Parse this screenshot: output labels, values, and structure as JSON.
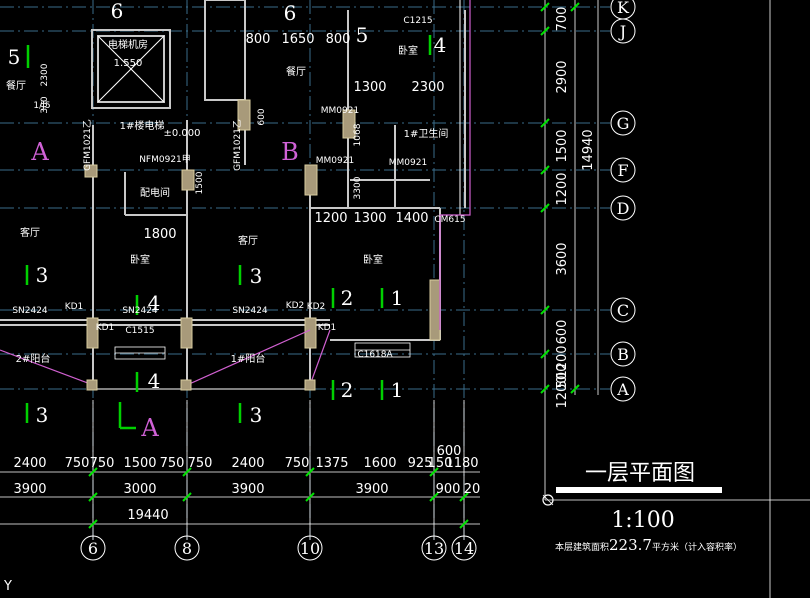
{
  "drawing": {
    "title": "一层平面图",
    "scale": "1:100",
    "area_note_prefix": "本层建筑面积",
    "area_value": "223.7",
    "area_note_suffix": "平方米（计入容积率）"
  },
  "axis_bubbles_bottom": [
    "6",
    "8",
    "10",
    "13",
    "14"
  ],
  "axis_bubbles_right": [
    "K",
    "J",
    "G",
    "F",
    "D",
    "C",
    "B",
    "A"
  ],
  "dims_bottom_row1": [
    "2400",
    "750",
    "750",
    "1500",
    "750",
    "750",
    "2400",
    "750",
    "1375",
    "1600",
    "925",
    "150",
    "1180"
  ],
  "dims_bottom_row2": [
    "3900",
    "3000",
    "3900",
    "3900",
    "900",
    "20"
  ],
  "dims_bottom_total": "19440",
  "dims_bottom_top": "600",
  "dims_right": [
    "700",
    "2900",
    "1500",
    "1200",
    "3600",
    "600",
    "1200",
    "500",
    "1200"
  ],
  "dims_right_total": "14940",
  "dims_interior_top": [
    "800",
    "1650",
    "800"
  ],
  "dims_interior_bath": [
    "1300",
    "2300"
  ],
  "dims_interior_row": [
    "1200",
    "1300",
    "1400"
  ],
  "dims_misc": [
    "1800",
    "300",
    "2300",
    "1500",
    "600",
    "1068",
    "3300"
  ],
  "room_labels": {
    "elevator_room": "电梯机房",
    "elevator_level": "1.550",
    "stair": "1#楼电梯",
    "level_zero": "±0.000",
    "dining1": "餐厅",
    "dining2": "餐厅",
    "bedroom_top": "卧室",
    "bath": "1#卫生间",
    "living1": "客厅",
    "living2": "客厅",
    "bedroom1": "卧室",
    "bedroom2": "卧室",
    "balcony1": "2#阳台",
    "balcony2": "1#阳台",
    "power_room": "配电间"
  },
  "code_labels": [
    "KD1",
    "KD2",
    "KD2",
    "KD1",
    "KD1",
    "C1215",
    "C1515",
    "C1618A",
    "SN2424",
    "SN2424",
    "SN2424",
    "CM615",
    "MM0921",
    "MM0921",
    "MM0921",
    "NFM0921甲",
    "GFM1021乙",
    "GFM1021乙",
    "1/J5"
  ],
  "unit_numbers": [
    "6",
    "6",
    "5",
    "4",
    "5",
    "3",
    "4",
    "3",
    "2",
    "1",
    "4",
    "2",
    "1",
    "3",
    "3"
  ],
  "section_letters": [
    "A",
    "B",
    "A"
  ]
}
